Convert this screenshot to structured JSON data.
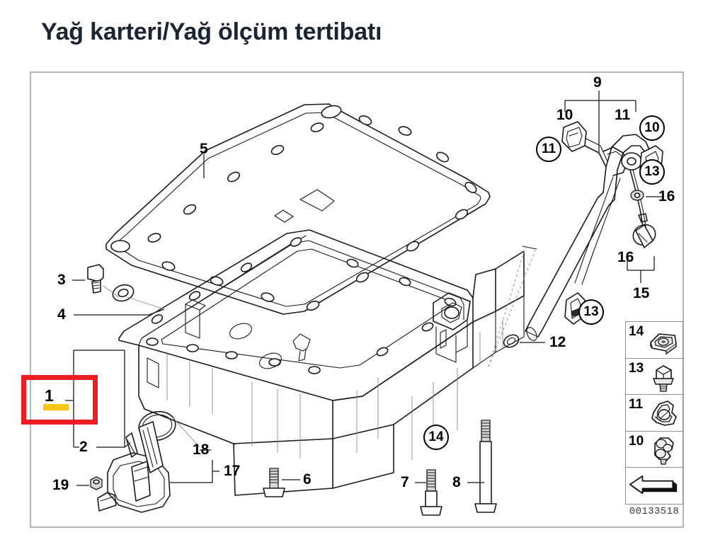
{
  "page": {
    "title": "Yağ karteri/Yağ ölçüm tertibatı",
    "background_color": "#ffffff",
    "frame_color": "#b4b4b4"
  },
  "highlight": {
    "label": "1",
    "box_color": "#ee1c25",
    "underline_color": "#f5c518"
  },
  "callouts": {
    "n1": "1",
    "n2": "2",
    "n3": "3",
    "n4": "4",
    "n5": "5",
    "n6": "6",
    "n7": "7",
    "n8": "8",
    "n9": "9",
    "n10_top": "10",
    "n11_top": "11",
    "n12": "12",
    "n15": "15",
    "n16_right": "16",
    "n16_lower": "16",
    "n17": "17",
    "n18": "18",
    "n19": "19"
  },
  "circled_callouts": {
    "c11": "11",
    "c10": "10",
    "c13_upper": "13",
    "c13_mid": "13",
    "c14": "14"
  },
  "legend": {
    "items": [
      {
        "number": "14",
        "icon": "spring-clip-nut-icon"
      },
      {
        "number": "13",
        "icon": "hex-flange-bolt-icon"
      },
      {
        "number": "11",
        "icon": "retaining-clip-icon"
      },
      {
        "number": "10",
        "icon": "cable-clamp-icon"
      },
      {
        "number": "",
        "icon": "direction-arrow-icon"
      }
    ],
    "part_number": "00133518"
  }
}
